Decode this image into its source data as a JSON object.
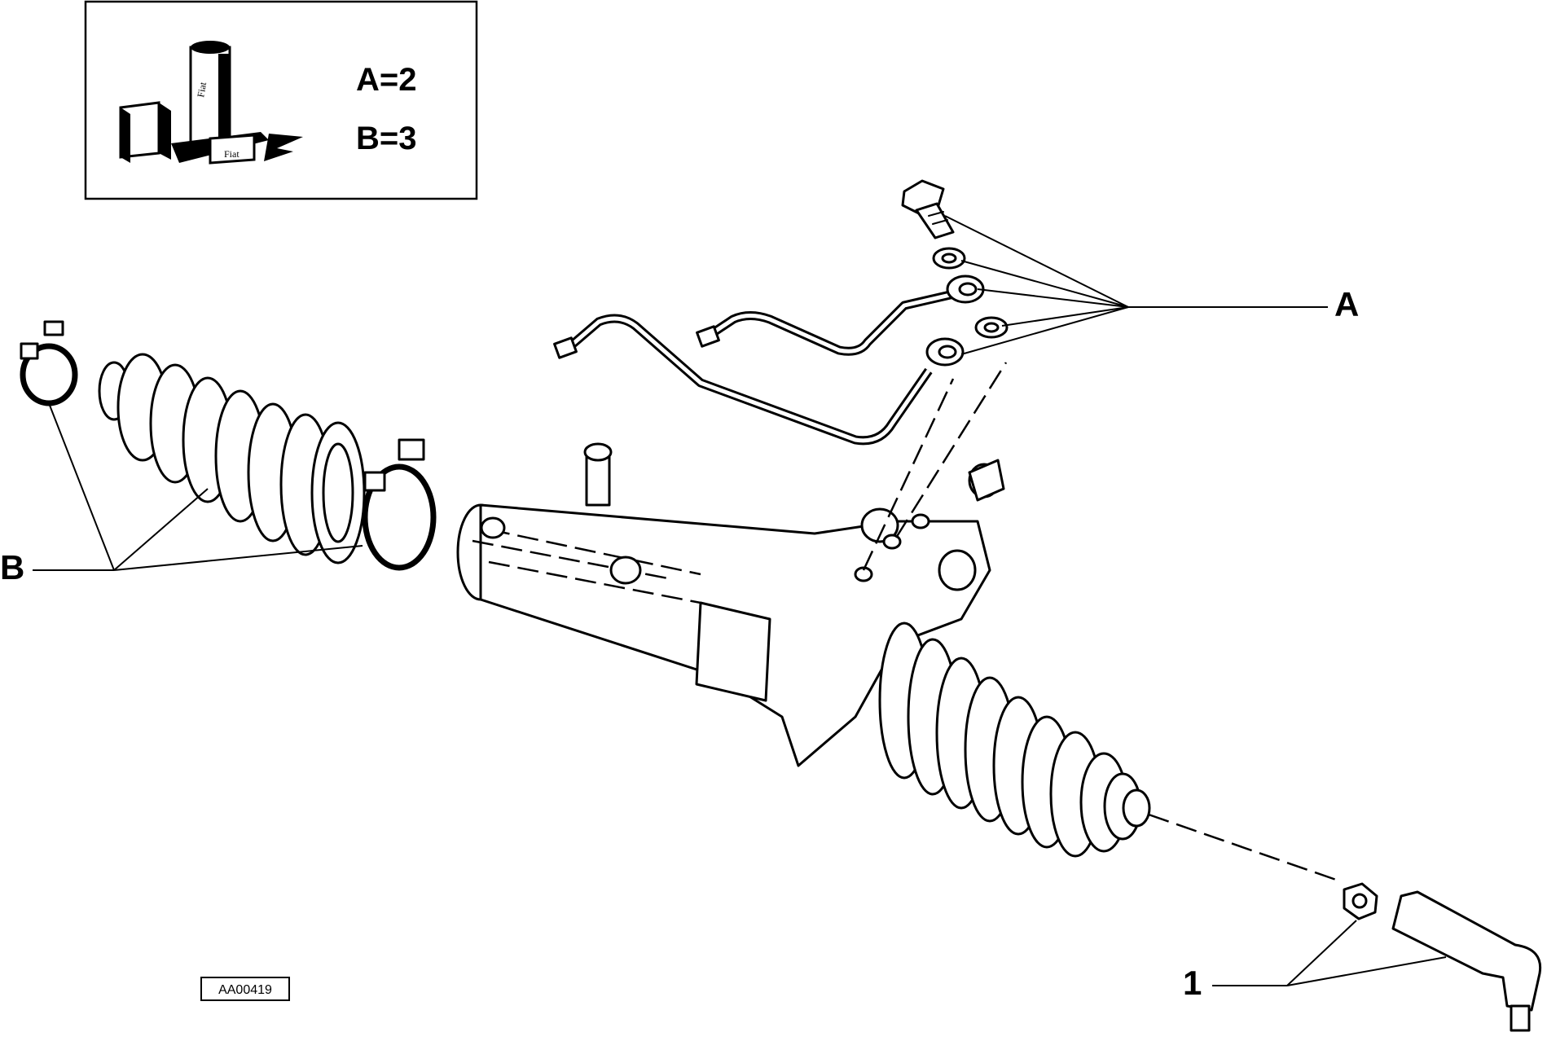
{
  "legend": {
    "brand_text": "Fiat",
    "line_a": "A=2",
    "line_b": "B=3"
  },
  "callouts": {
    "a": "A",
    "b": "B",
    "one": "1"
  },
  "figure_code": "AA00419"
}
